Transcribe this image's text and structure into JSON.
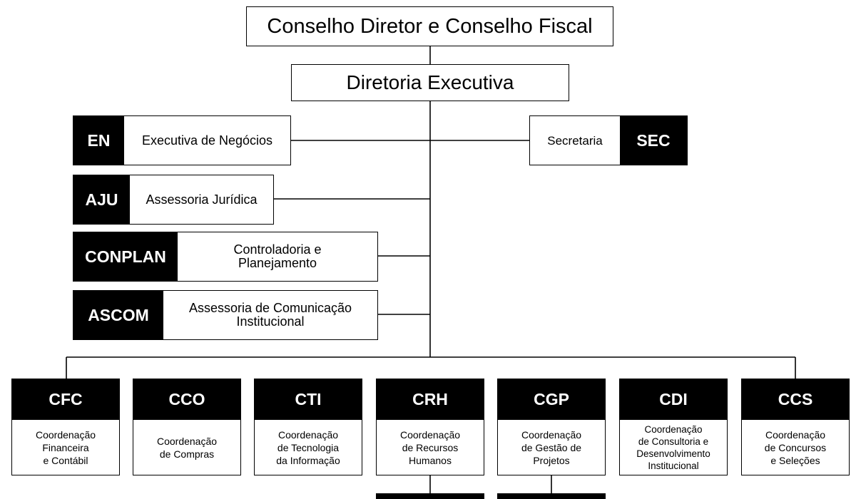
{
  "top": {
    "board": "Conselho Diretor e Conselho Fiscal",
    "executive": "Diretoria Executiva"
  },
  "staff_left": [
    {
      "code": "EN",
      "label": "Executiva de Negócios"
    },
    {
      "code": "AJU",
      "label": "Assessoria Jurídica"
    },
    {
      "code": "CONPLAN",
      "label": "Controladoria e\nPlanejamento"
    },
    {
      "code": "ASCOM",
      "label": "Assessoria de Comunicação\nInstitucional"
    }
  ],
  "staff_right": {
    "code": "SEC",
    "label": "Secretaria"
  },
  "coordinations": [
    {
      "code": "CFC",
      "label": "Coordenação\nFinanceira\ne Contábil"
    },
    {
      "code": "CCO",
      "label": "Coordenação\nde Compras"
    },
    {
      "code": "CTI",
      "label": "Coordenação\nde Tecnologia\nda Informação"
    },
    {
      "code": "CRH",
      "label": "Coordenação\nde Recursos\nHumanos"
    },
    {
      "code": "CGP",
      "label": "Coordenação\nde Gestão de\nProjetos"
    },
    {
      "code": "CDI",
      "label": "Coordenação\nde Consultoria e\nDesenvolvimento\nInstitucional"
    },
    {
      "code": "CCS",
      "label": "Coordenação\nde Concursos\ne Seleções"
    }
  ]
}
